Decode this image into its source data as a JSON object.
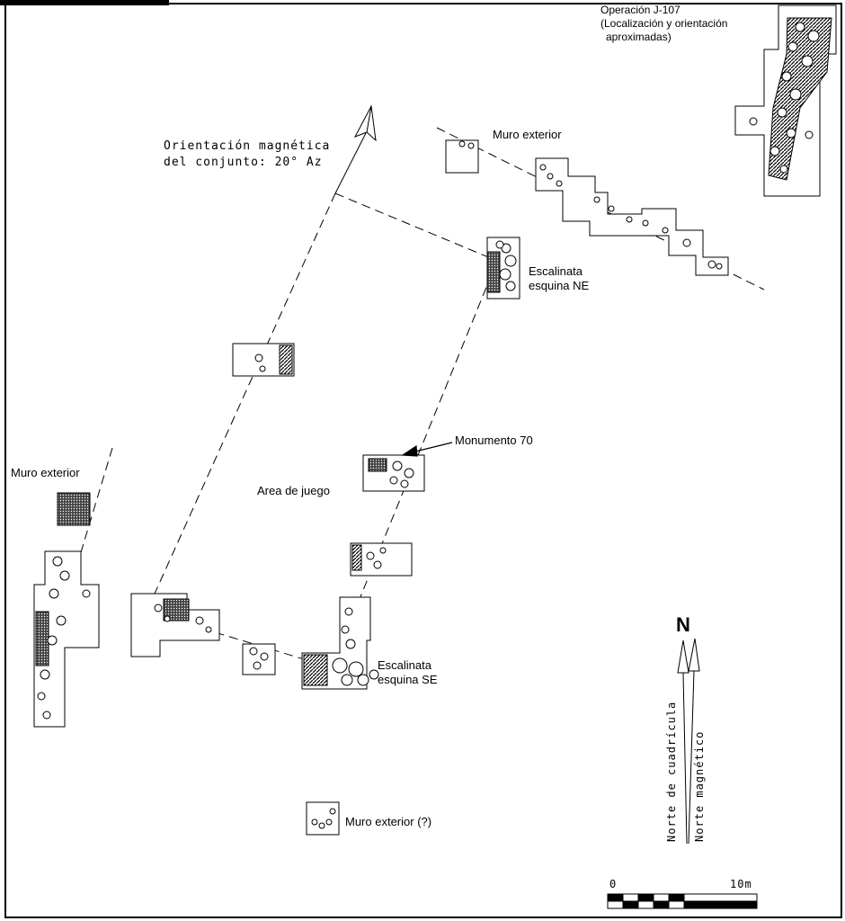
{
  "labels": {
    "operation": "Operación J-107",
    "operation_note_1": "(Localización y orientación",
    "operation_note_2": "aproximadas)",
    "orientation_1": "Orientación magnética",
    "orientation_2": "del conjunto: 20° Az",
    "muro_exterior": "Muro exterior",
    "escalinata_ne_1": "Escalinata",
    "escalinata_ne_2": "esquina NE",
    "monumento": "Monumento 70",
    "area_juego": "Area de juego",
    "escalinata_se_1": "Escalinata",
    "escalinata_se_2": "esquina SE",
    "muro_exterior_q": "Muro exterior (?)",
    "north_letter": "N",
    "norte_cuadricula": "Norte de cuadrícula",
    "norte_magnetico": "Norte magnético"
  },
  "scale": {
    "start_label": "0",
    "end_label": "10m"
  },
  "colors": {
    "ink": "#000000",
    "background": "#ffffff"
  }
}
